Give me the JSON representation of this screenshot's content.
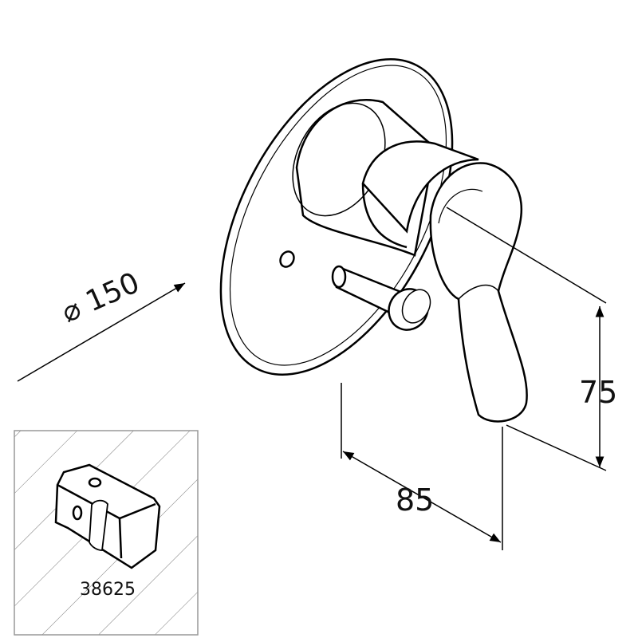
{
  "dimensions": {
    "diameter_symbol": "⌀",
    "diameter": "150",
    "height": "75",
    "depth": "85"
  },
  "inset": {
    "part_number": "38625"
  }
}
